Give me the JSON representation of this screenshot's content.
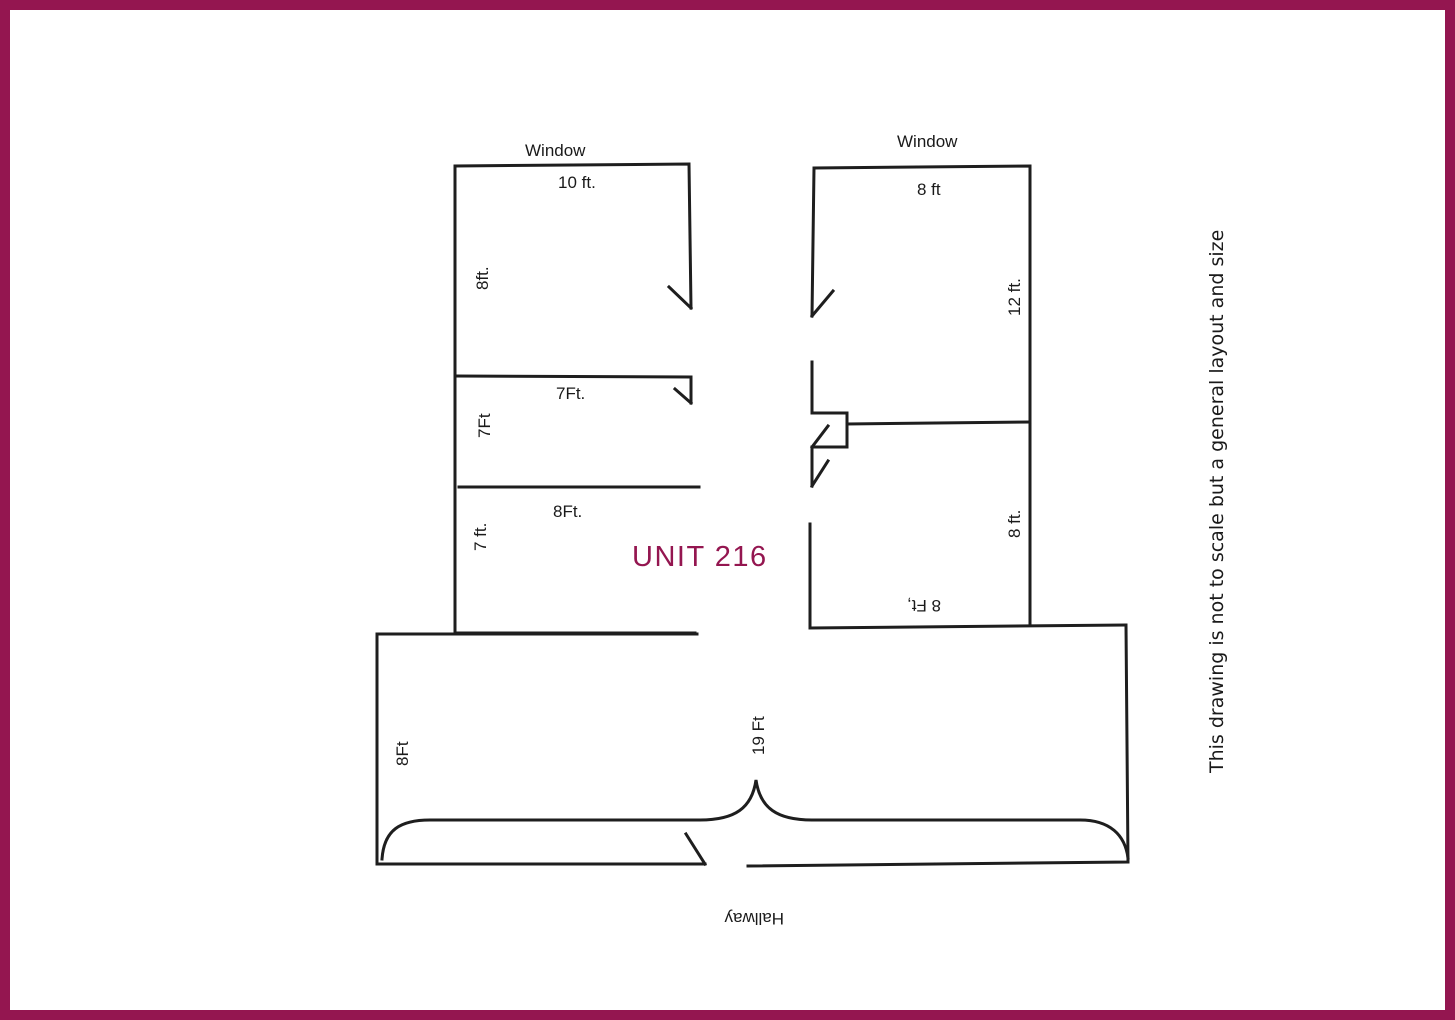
{
  "diagram": {
    "title": "UNIT 216",
    "accent_color": "#941650",
    "note": "This drawing is not to scale but a general layout and size",
    "hallway_label": "Hallway",
    "rooms": [
      {
        "id": "top-left-room",
        "window_label": "Window",
        "width_label": "10 ft.",
        "depth_label": "8ft."
      },
      {
        "id": "middle-left-room",
        "width_label": "7Ft.",
        "depth_label": "7Ft"
      },
      {
        "id": "lower-left-room",
        "width_label": "8Ft.",
        "depth_label": "7 ft."
      },
      {
        "id": "top-right-room",
        "window_label": "Window",
        "width_label": "8 ft",
        "depth_label": "12 ft."
      },
      {
        "id": "lower-right-room",
        "width_label": "8 Ft,",
        "depth_label": "8 ft."
      },
      {
        "id": "front-room",
        "width_label": "19 Ft",
        "depth_label": "8Ft"
      }
    ]
  }
}
